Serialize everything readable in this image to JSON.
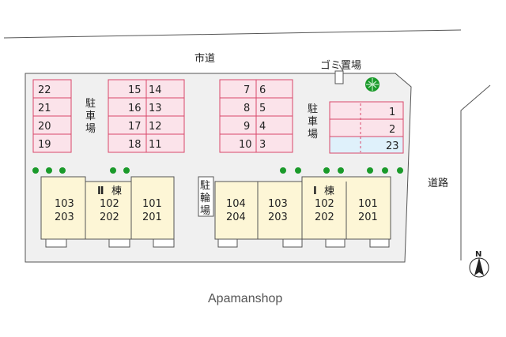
{
  "map": {
    "road_north": "市道",
    "road_east": "道路",
    "garbage_area": "ゴミ置場",
    "parking_label_left": [
      "駐",
      "車",
      "場"
    ],
    "parking_label_right": [
      "駐",
      "車",
      "場"
    ],
    "bicycle_label": [
      "駐",
      "輪",
      "場"
    ],
    "north_mark": "N",
    "brand": "Apamanshop"
  },
  "parking": {
    "block_a": [
      "22",
      "21",
      "20",
      "19"
    ],
    "block_b": [
      [
        "15",
        "14"
      ],
      [
        "16",
        "13"
      ],
      [
        "17",
        "12"
      ],
      [
        "18",
        "11"
      ]
    ],
    "block_c": [
      [
        "7",
        "6"
      ],
      [
        "8",
        "5"
      ],
      [
        "9",
        "4"
      ],
      [
        "10",
        "3"
      ]
    ],
    "block_d": [
      "1",
      "2",
      "23"
    ]
  },
  "buildings": {
    "building_2": {
      "label": "Ⅱ",
      "suffix": "棟",
      "units": [
        [
          "103",
          "203"
        ],
        [
          "102",
          "202"
        ],
        [
          "101",
          "201"
        ]
      ]
    },
    "building_1": {
      "label": "Ⅰ",
      "suffix": "棟",
      "units": [
        [
          "104",
          "204"
        ],
        [
          "103",
          "203"
        ],
        [
          "102",
          "202"
        ],
        [
          "101",
          "201"
        ]
      ]
    }
  },
  "colors": {
    "site": "#f0f0f0",
    "parking_fill": "#fbe3ea",
    "parking_stroke": "#d8476a",
    "parking_23": "#dff1fb",
    "building_fill": "#fdf6d6",
    "tree": "#1a9a2a",
    "outline": "#555555"
  }
}
